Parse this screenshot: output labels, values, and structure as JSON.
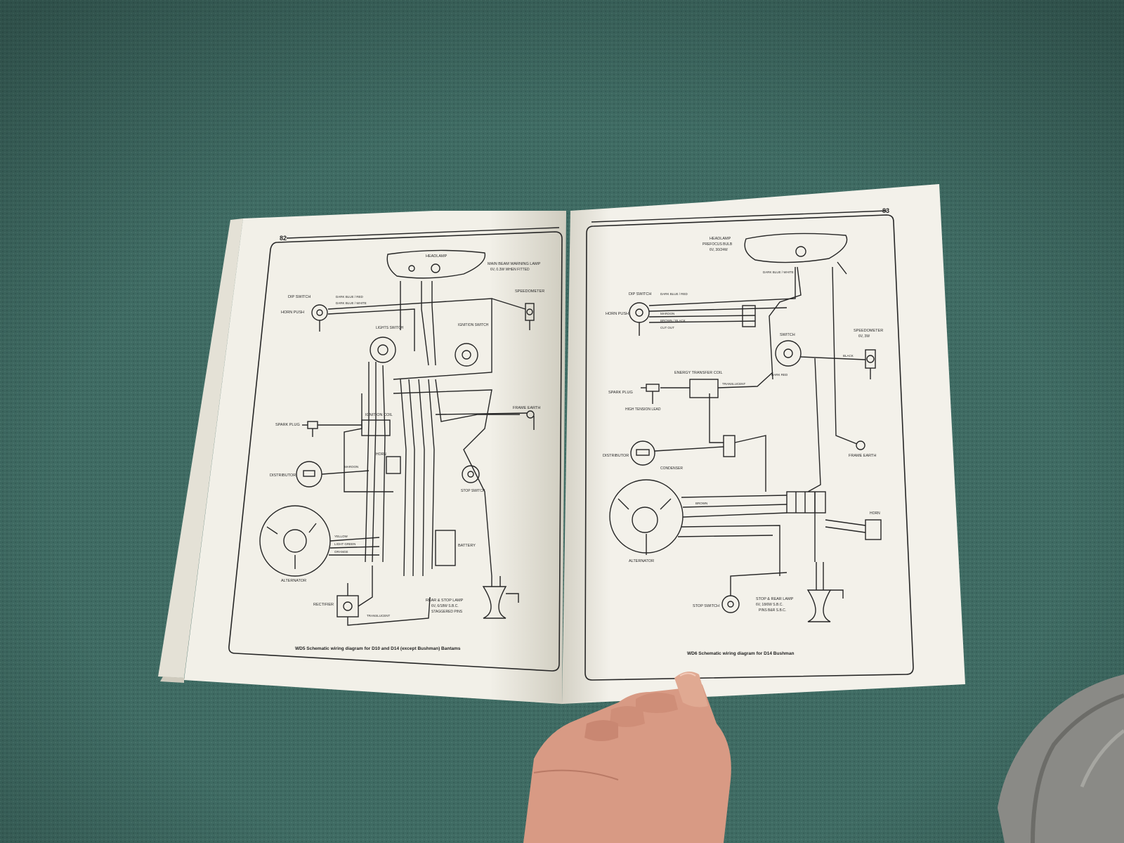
{
  "colors": {
    "carpet": "#3f6b63",
    "carpet_dark": "#2f564f",
    "paper": "#f1efe6",
    "paper_shadow": "#d8d5c8",
    "ink": "#262626",
    "skin": "#d99a86",
    "cat_fur": "#8a8a86"
  },
  "left_page": {
    "page_number": "82",
    "caption": "WD5 Schematic wiring diagram for D10 and D14 (except Bushman) Bantams",
    "labels": {
      "headlamp": "HEADLAMP",
      "main_beam": "MAIN BEAM WARNING LAMP",
      "main_beam_spec": "6V, 0.3W WHEN FITTED",
      "speedometer": "SPEEDOMETER",
      "dip_switch": "DIP SWITCH",
      "horn_push": "HORN PUSH",
      "dip_wire": "DARK BLUE / RED",
      "dip_wire2": "DARK BLUE / WHITE",
      "lights_switch": "LIGHTS SWITCH",
      "ignition_switch": "IGNITION SWITCH",
      "spark_plug": "SPARK PLUG",
      "ignition_coil": "IGNITION COIL",
      "frame_earth": "FRAME EARTH",
      "distributor": "DISTRIBUTOR",
      "maroon": "MAROON",
      "horn": "HORN",
      "stop_switch": "STOP SWITCH",
      "battery": "BATTERY",
      "alternator": "ALTERNATOR",
      "yellow": "YELLOW",
      "light_green": "LIGHT GREEN",
      "orange": "ORANGE",
      "rectifier": "RECTIFIER",
      "translucent": "TRANSLUCENT",
      "rear_stop_lamp": "REAR & STOP LAMP",
      "rear_stop_spec": "6V, 6/18W S.B.C.",
      "staggered": "STAGGERED PINS"
    }
  },
  "right_page": {
    "page_number": "83",
    "caption": "WD6 Schematic wiring diagram for D14 Bushman",
    "labels": {
      "headlamp": "HEADLAMP",
      "prefocus": "PREFOCUS BULB",
      "prefocus_spec": "6V, 30/24W",
      "dark_blue_white": "DARK BLUE / WHITE",
      "dark_blue_red": "DARK BLUE / RED",
      "dip_switch": "DIP SWITCH",
      "horn_push": "HORN PUSH",
      "maroon": "MAROON",
      "brown_black": "BROWN / BLACK",
      "cut_out": "CUT OUT",
      "switch": "SWITCH",
      "speedometer": "SPEEDOMETER",
      "speedo_spec": "6V, 3W",
      "black": "BLACK",
      "dark_red": "DARK RED",
      "energy_coil": "ENERGY TRANSFER COIL",
      "spark_plug": "SPARK PLUG",
      "high_tension": "HIGH TENSION LEAD",
      "translucent": "TRANSLUCENT",
      "frame_earth": "FRAME EARTH",
      "distributor": "DISTRIBUTOR",
      "condenser": "CONDENSER",
      "brown": "BROWN",
      "horn": "HORN",
      "alternator": "ALTERNATOR",
      "stop_switch": "STOP SWITCH",
      "stop_rear_lamp": "STOP & REAR LAMP",
      "stop_rear_spec": "6V, 18/6W S.B.C.",
      "staggered": "PINS B&R S.B.C."
    }
  }
}
